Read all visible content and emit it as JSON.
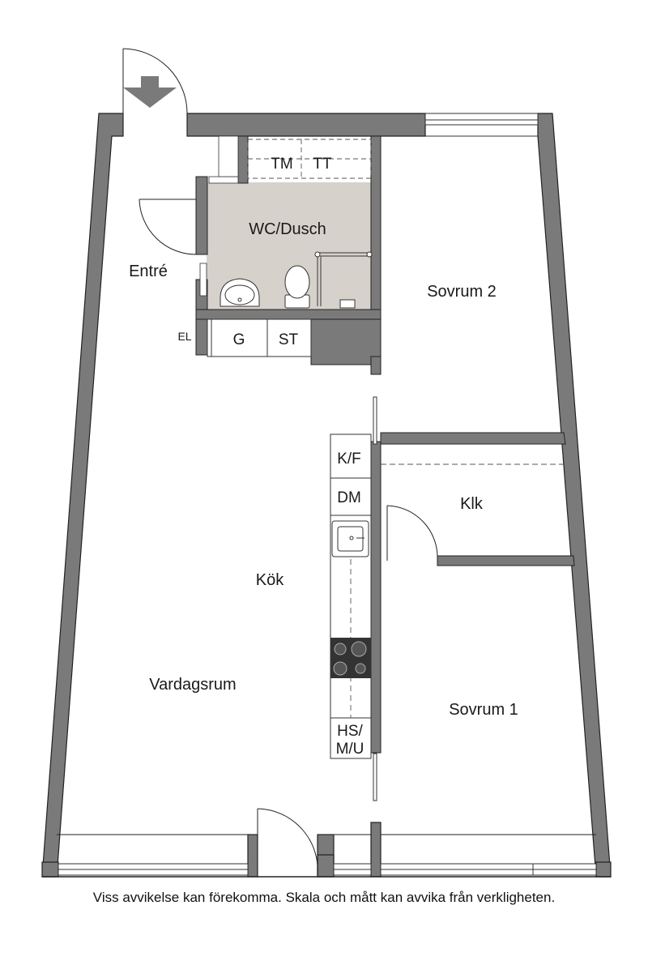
{
  "rooms": {
    "entre": "Entré",
    "wc": "WC/Dusch",
    "tm": "TM",
    "tt": "TT",
    "el": "EL",
    "g": "G",
    "st": "ST",
    "sovrum2": "Sovrum 2",
    "kf": "K/F",
    "dm": "DM",
    "klk": "Klk",
    "kok": "Kök",
    "vardagsrum": "Vardagsrum",
    "sovrum1": "Sovrum 1",
    "hs_line1": "HS/",
    "hs_line2": "M/U"
  },
  "colors": {
    "wall": "#7a7a7b",
    "wall_edge": "#222222",
    "wet_room": "#d7d1cc"
  },
  "disclaimer": "Viss avvikelse kan förekomma. Skala och mått kan avvika från verkligheten."
}
